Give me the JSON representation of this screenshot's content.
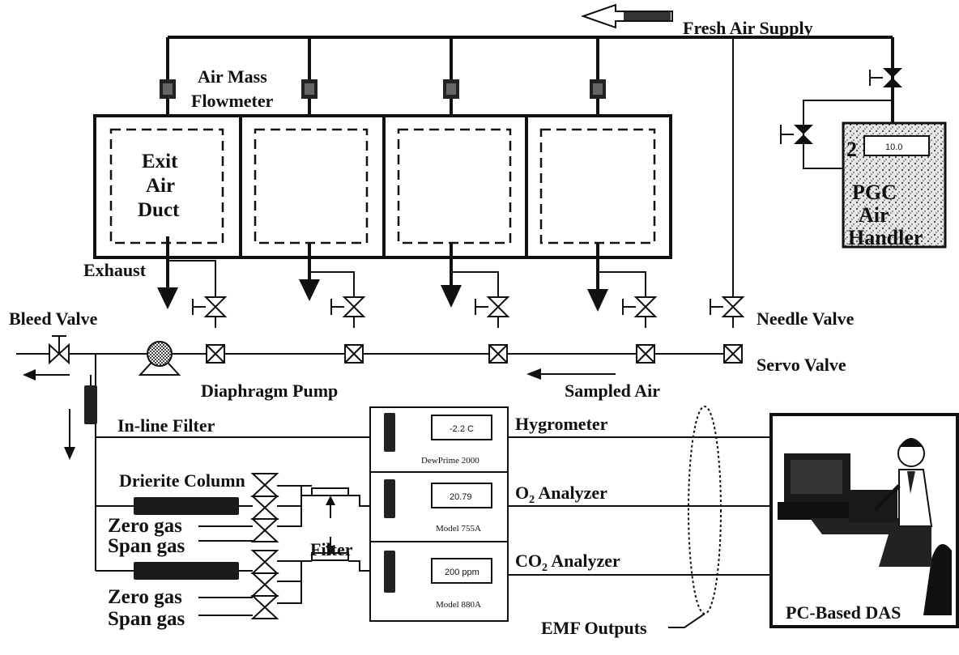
{
  "labels": {
    "fresh_air_supply": "Fresh Air Supply",
    "air_mass_line1": "Air Mass",
    "air_mass_line2": "Flowmeter",
    "exit": "Exit",
    "air": "Air",
    "duct": "Duct",
    "exhaust": "Exhaust",
    "bleed_valve": "Bleed Valve",
    "needle_valve": "Needle Valve",
    "servo_valve": "Servo Valve",
    "diaphragm_pump": "Diaphragm Pump",
    "sampled_air": "Sampled Air",
    "inline_filter": "In-line Filter",
    "hygrometer": "Hygrometer",
    "drierite_column": "Drierite Column",
    "o2_analyzer_pre": "O",
    "o2_analyzer_sub": "2",
    "o2_analyzer_post": " Analyzer",
    "co2_analyzer_pre": "CO",
    "co2_analyzer_sub": "2",
    "co2_analyzer_post": " Analyzer",
    "zero_gas_1": "Zero gas",
    "span_gas_1": "Span gas",
    "zero_gas_2": "Zero gas",
    "span_gas_2": "Span gas",
    "filter": "Filter",
    "emf_outputs": "EMF Outputs",
    "pc_based_das": "PC-Based DAS"
  },
  "pgc": {
    "title_line1": "PGC",
    "title_line2": "Air",
    "title_line3": "Handler",
    "digit": "2",
    "display": "10.0"
  },
  "instruments": {
    "hygrometer_display": "-2.2 C",
    "hygrometer_model": "DewPrime 2000",
    "o2_display": "20.79",
    "o2_model": "Model 755A",
    "co2_display": "200 ppm",
    "co2_model": "Model 880A"
  }
}
